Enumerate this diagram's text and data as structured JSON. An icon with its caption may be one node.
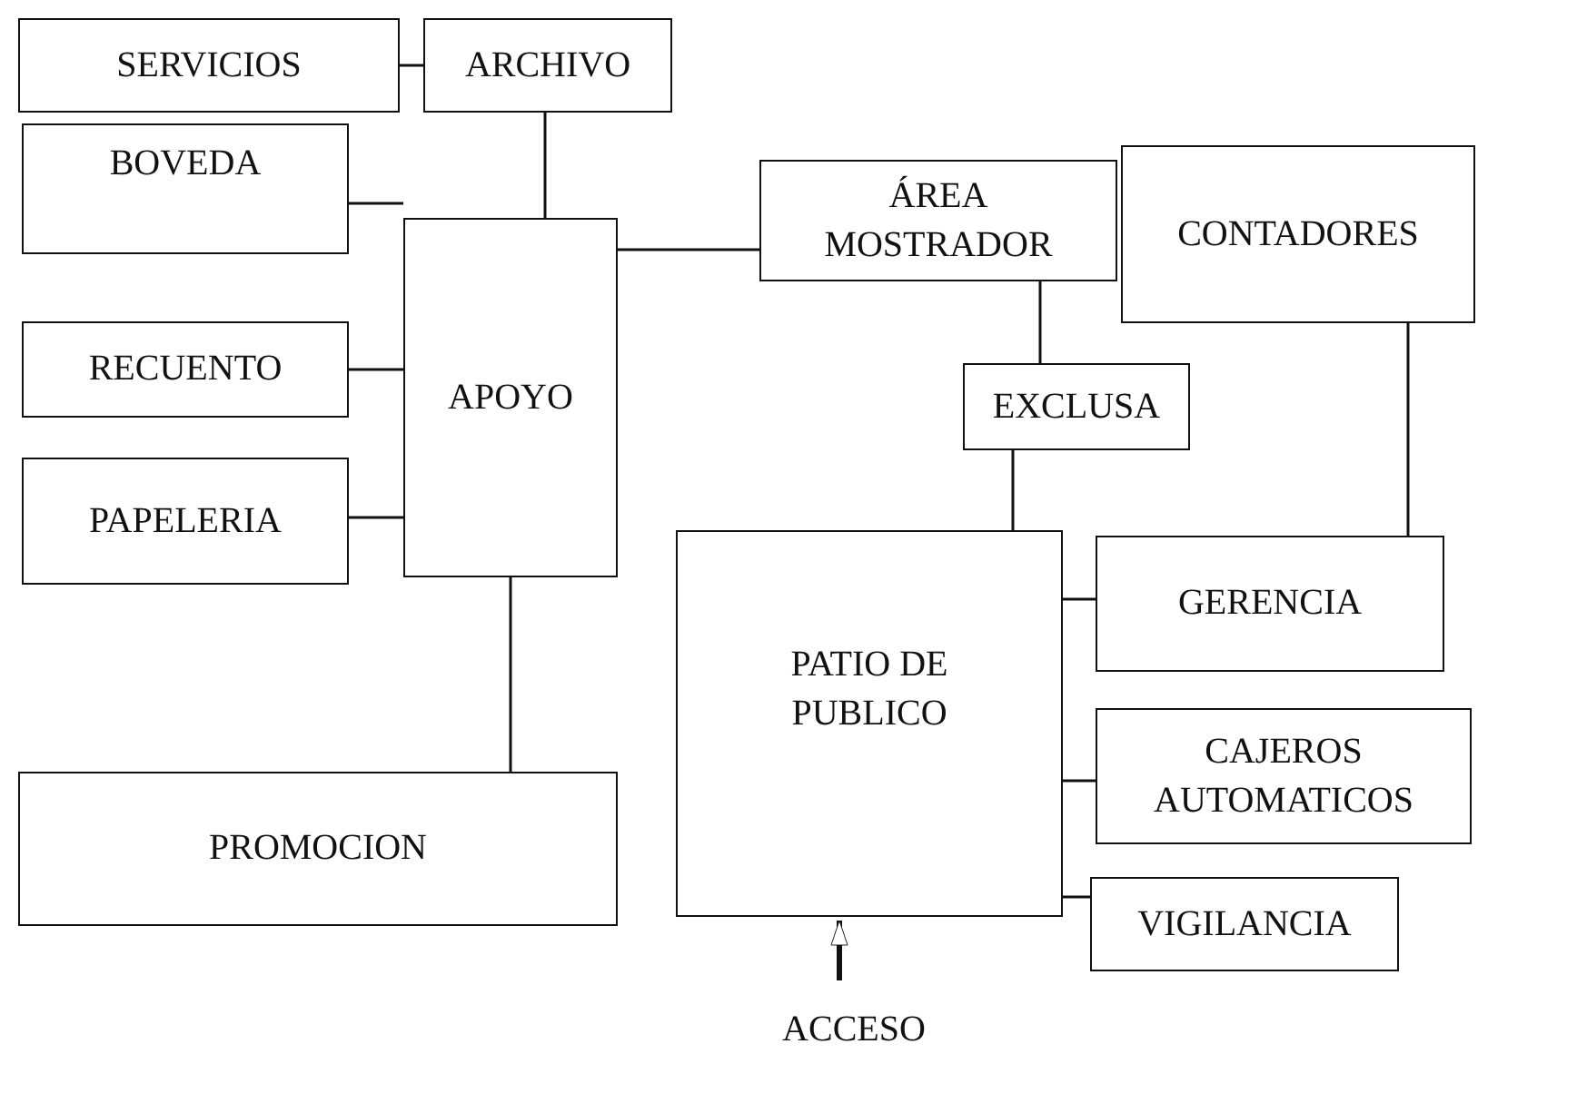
{
  "diagram": {
    "nodes": [
      {
        "text": [
          "SERVICIOS"
        ]
      },
      {
        "text": [
          "ARCHIVO"
        ]
      },
      {
        "text": [
          "BOVEDA"
        ]
      },
      {
        "text": [
          "ÁREA MOSTRADOR"
        ]
      },
      {
        "text": [
          "CONTADORES"
        ]
      },
      {
        "text": [
          "APOYO"
        ]
      },
      {
        "text": [
          "RECUENTO"
        ]
      },
      {
        "text": [
          "EXCLUSA"
        ]
      },
      {
        "text": [
          "PAPELERIA"
        ]
      },
      {
        "text": [
          "PATIO DE PUBLICO"
        ]
      },
      {
        "text": [
          "GERENCIA"
        ]
      },
      {
        "text": [
          "CAJEROS AUTOMATICOS"
        ]
      },
      {
        "text": [
          "PROMOCION"
        ]
      },
      {
        "text": [
          "VIGILANCIA"
        ]
      },
      {
        "text": [
          "ACCESO"
        ]
      }
    ],
    "edges": [
      {
        "from": 0,
        "to": 1,
        "arrow": "none"
      },
      {
        "from": 1,
        "to": 5,
        "arrow": "none"
      },
      {
        "from": 2,
        "to": 5,
        "arrow": "none"
      },
      {
        "from": 6,
        "to": 5,
        "arrow": "none"
      },
      {
        "from": 8,
        "to": 5,
        "arrow": "none"
      },
      {
        "from": 5,
        "to": 12,
        "arrow": "none"
      },
      {
        "from": 5,
        "to": 3,
        "arrow": "none"
      },
      {
        "from": 3,
        "to": 7,
        "arrow": "none"
      },
      {
        "from": 7,
        "to": 9,
        "arrow": "none"
      },
      {
        "from": 4,
        "to": 10,
        "arrow": "none"
      },
      {
        "from": 9,
        "to": 10,
        "arrow": "none"
      },
      {
        "from": 9,
        "to": 11,
        "arrow": "none"
      },
      {
        "from": 9,
        "to": 13,
        "arrow": "none"
      },
      {
        "from": 14,
        "to": 9,
        "arrow": "to",
        "style": "thick"
      }
    ]
  }
}
